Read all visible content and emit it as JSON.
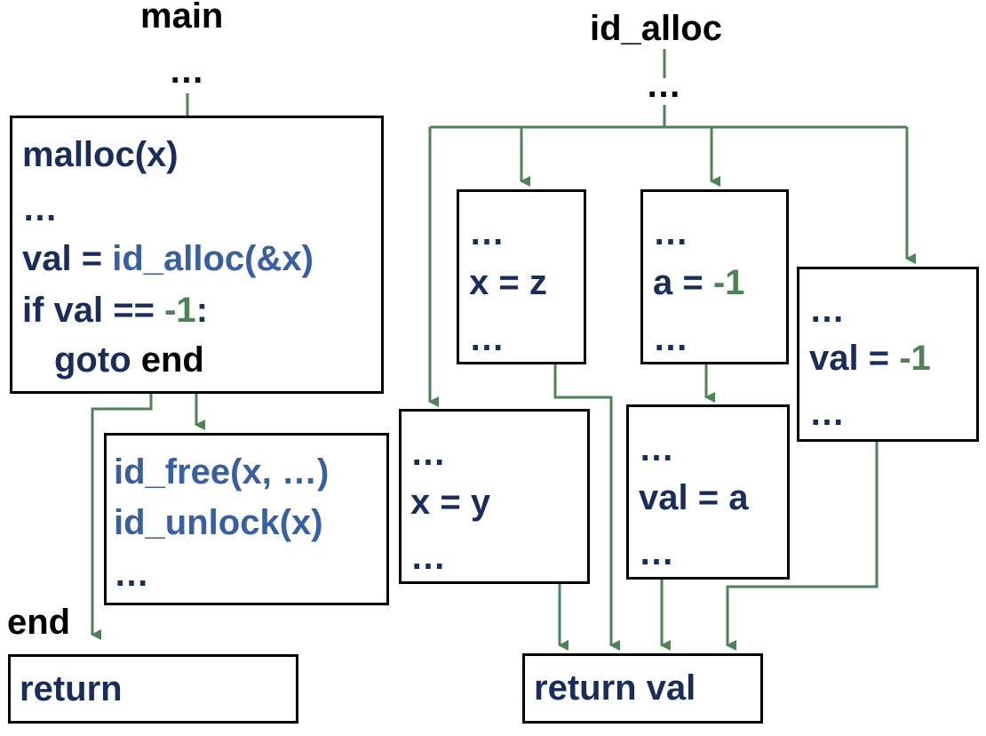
{
  "titles": {
    "main": "main",
    "id_alloc": "id_alloc",
    "end_label": "end",
    "ellipsis": "…"
  },
  "main_block": {
    "line1": "malloc(x)",
    "line2": "…",
    "line3_prefix": "val = ",
    "line3_call": "id_alloc(&x)",
    "line4_prefix": "if val == ",
    "line4_value": "-1",
    "line4_suffix": ":",
    "line5_goto": "goto ",
    "line5_target": "end"
  },
  "cleanup_block": {
    "line1": "id_free(x, …)",
    "line2": "id_unlock(x)",
    "line3": "…"
  },
  "main_return": {
    "text": "return"
  },
  "branch_xz": {
    "line1": "…",
    "line2": "x = z",
    "line3": "…"
  },
  "branch_a": {
    "line1": "…",
    "line2_prefix": "a = ",
    "line2_value": "-1",
    "line3": "…"
  },
  "branch_val": {
    "line1": "…",
    "line2_prefix": "val = ",
    "line2_value": "-1",
    "line3": "…"
  },
  "branch_xy": {
    "line1": "…",
    "line2": "x = y",
    "line3": "…"
  },
  "branch_vala": {
    "line1": "…",
    "line2": "val = a",
    "line3": "…"
  },
  "alloc_return": {
    "text": "return val"
  },
  "colors": {
    "code": "#1a2d5a",
    "call": "#3a5fa0",
    "constant": "#4f8257",
    "edge": "#4f8257",
    "border": "#000000"
  }
}
